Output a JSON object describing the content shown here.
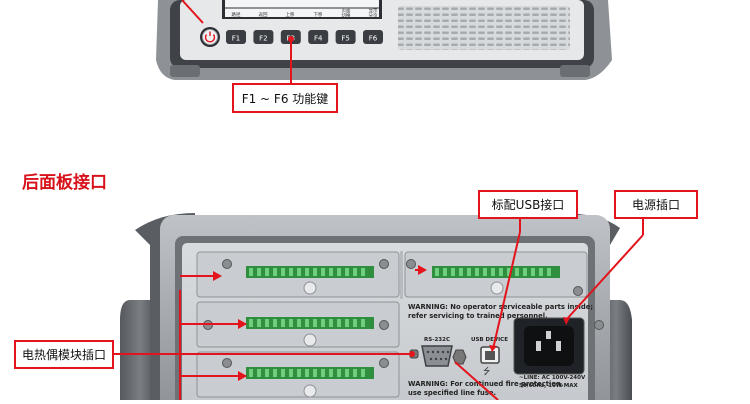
{
  "front_panel": {
    "softkey_labels": [
      "路径",
      "返回",
      "上移",
      "下移",
      "页面\n切换",
      "显示\n分页"
    ],
    "fkeys": [
      "F1",
      "F2",
      "F3",
      "F4",
      "F5",
      "F6"
    ],
    "callout_fkeys": "F1 ~ F6 功能键",
    "power_icon": "power-icon"
  },
  "rear_section": {
    "heading": "后面板接口",
    "callouts": {
      "usb": "标配USB接口",
      "power": "电源插口",
      "thermo": "电热偶模块插口"
    },
    "ports": {
      "rs232": "RS-232C",
      "usb_device": "USB DEVICE"
    },
    "warnings": {
      "service_1": "WARNING: No operator serviceable parts inside;",
      "service_2": "refer servicing to trained personnel.",
      "fire_1": "WARNING: For continued fire protection,",
      "fire_2": "use specified line fuse."
    },
    "line_spec_1": "~LINE: AC 100V-240V",
    "line_spec_2": "50/60Hz, 10W MAX"
  },
  "colors": {
    "accent_red": "#e3141b",
    "panel_gray": "#9a9ea3",
    "terminal_green": "#2f8f3f"
  }
}
